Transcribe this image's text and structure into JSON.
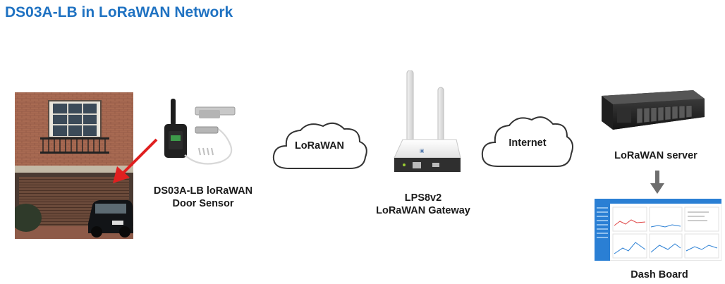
{
  "title": "DS03A-LB in LoRaWAN Network",
  "nodes": {
    "sensor": {
      "line1": "DS03A-LB loRaWAN",
      "line2": "Door Sensor"
    },
    "cloud_lorawan": {
      "label": "LoRaWAN"
    },
    "gateway": {
      "line1": "LPS8v2",
      "line2": "LoRaWAN Gateway"
    },
    "cloud_internet": {
      "label": "Internet"
    },
    "server": {
      "label": "LoRaWAN server"
    },
    "dashboard": {
      "label": "Dash Board"
    }
  },
  "colors": {
    "title": "#1f72c2",
    "arrow_red": "#e02020",
    "arrow_grey": "#6e6e6e",
    "dashboard_sidebar": "#2a7fd4"
  }
}
